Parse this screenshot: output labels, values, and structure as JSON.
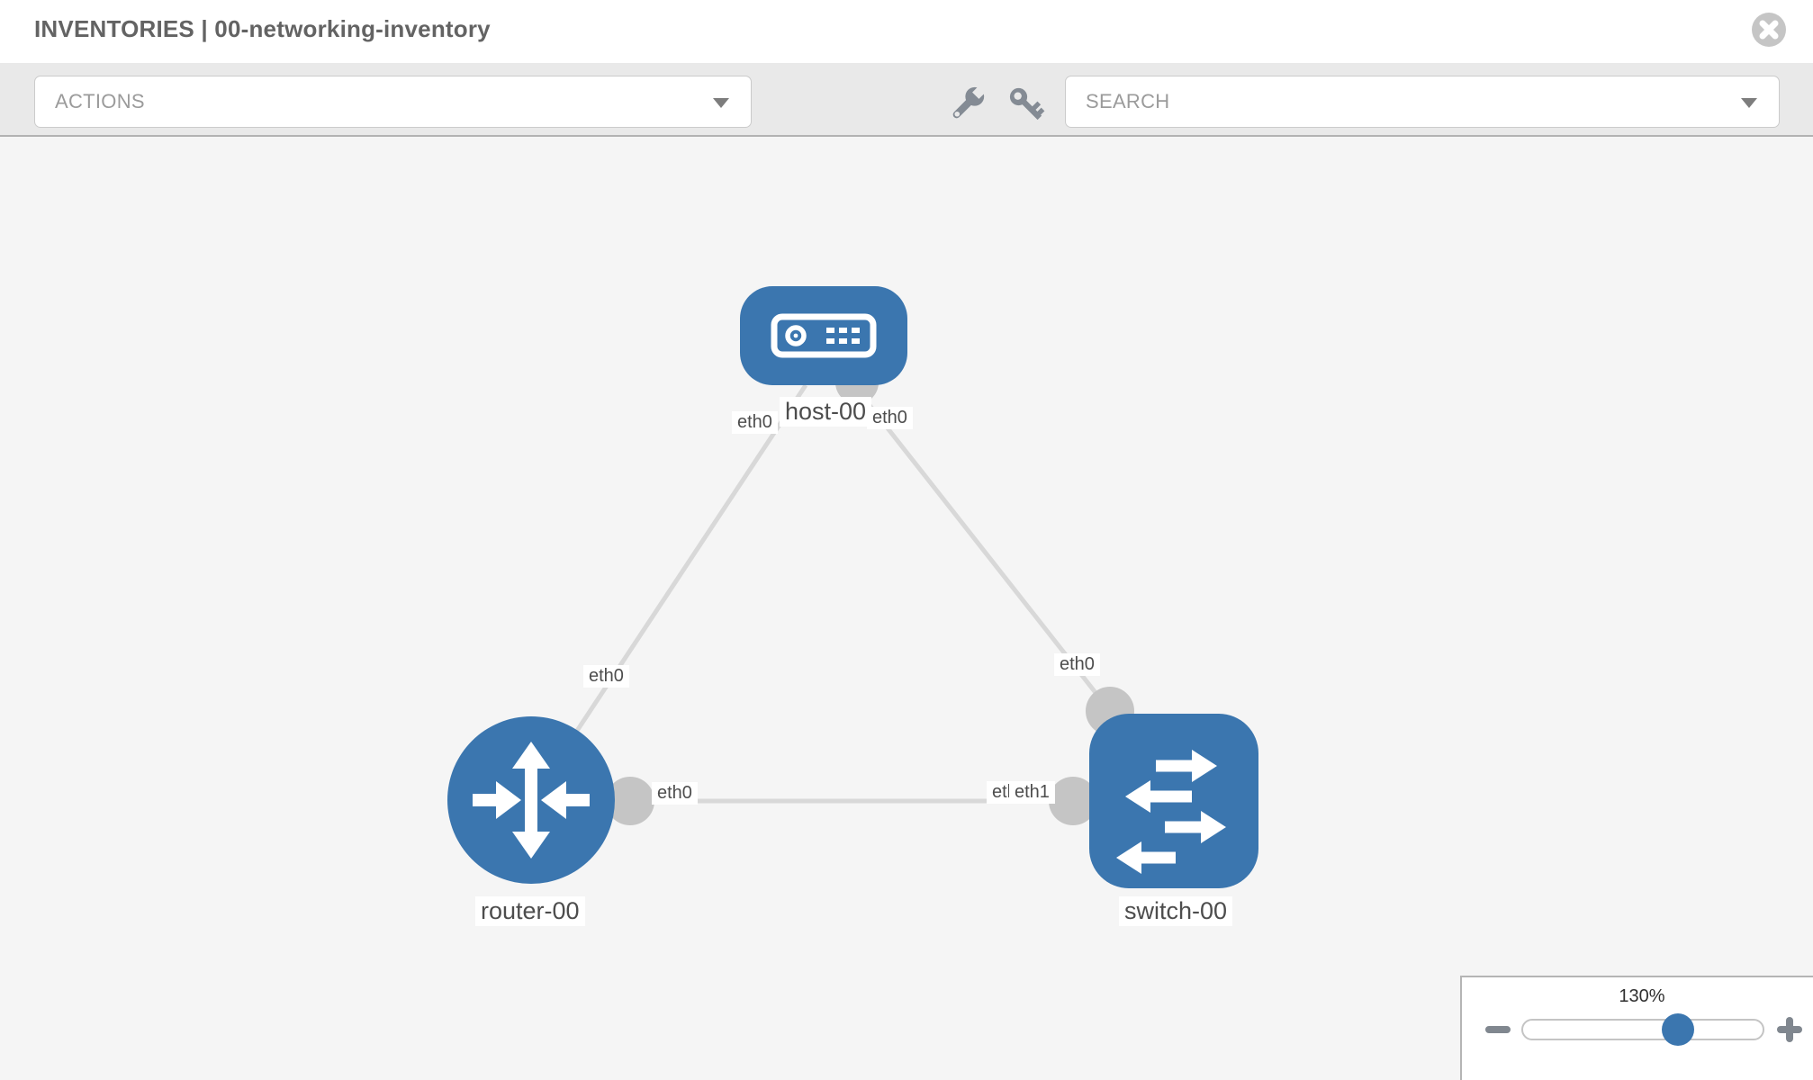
{
  "header": {
    "title": "INVENTORIES | 00-networking-inventory",
    "close_icon": "x-circle-icon"
  },
  "toolbar": {
    "actions_dropdown": {
      "placeholder": "ACTIONS",
      "caret_icon": "caret-down-icon"
    },
    "wrench_icon": "wrench-icon",
    "key_icon": "key-icon",
    "search_dropdown": {
      "placeholder": "SEARCH",
      "caret_icon": "caret-down-icon"
    }
  },
  "topology": {
    "nodes": [
      {
        "id": "host-00",
        "type": "host",
        "label": "host-00",
        "icon": "host-icon"
      },
      {
        "id": "router-00",
        "type": "router",
        "label": "router-00",
        "icon": "router-icon"
      },
      {
        "id": "switch-00",
        "type": "switch",
        "label": "switch-00",
        "icon": "switch-icon"
      }
    ],
    "links": [
      {
        "from": "host-00",
        "to": "router-00",
        "from_interface": "eth0",
        "to_interface": "eth0"
      },
      {
        "from": "host-00",
        "to": "switch-00",
        "from_interface": "eth0",
        "to_interface": "eth0"
      },
      {
        "from": "router-00",
        "to": "switch-00",
        "from_interface": "eth0",
        "to_interface": "eth1",
        "to_interface_overlapped": "eth0"
      }
    ]
  },
  "zoom_control": {
    "level": "130%",
    "minus_icon": "minus",
    "plus_icon": "plus"
  },
  "colors": {
    "node_blue": "#3b76af",
    "link_gray": "#d8d8d8",
    "port_gray": "#c5c5c5",
    "toolbar_bg": "#e9e9e9",
    "canvas_bg": "#f5f5f5",
    "title_text": "#636363",
    "label_text": "#4d4d4d",
    "placeholder_text": "#9b9b9b",
    "icon_gray": "#848b94"
  }
}
